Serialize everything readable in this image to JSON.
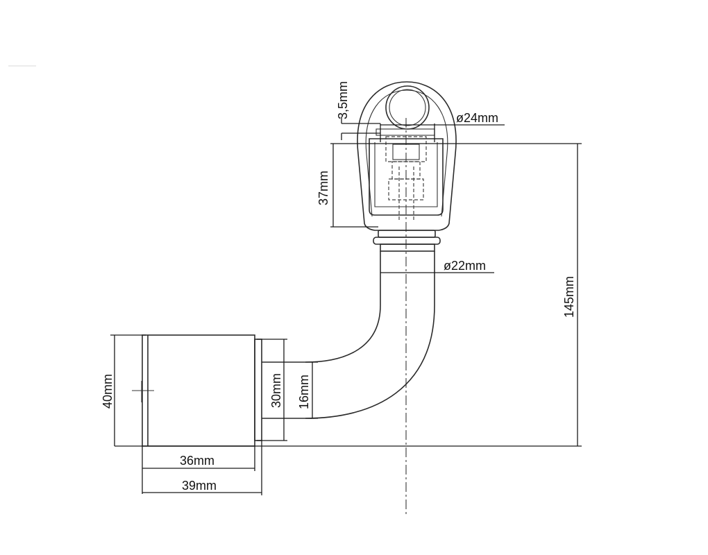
{
  "dimensions": {
    "wall_thickness": "3,5mm",
    "eye_diameter": "ø24mm",
    "top_height": "37mm",
    "tube_diameter": "ø22mm",
    "total_height": "145mm",
    "base_height": "40mm",
    "flange_height": "30mm",
    "tube_height": "16mm",
    "base_width": "36mm",
    "overall_width": "39mm"
  }
}
